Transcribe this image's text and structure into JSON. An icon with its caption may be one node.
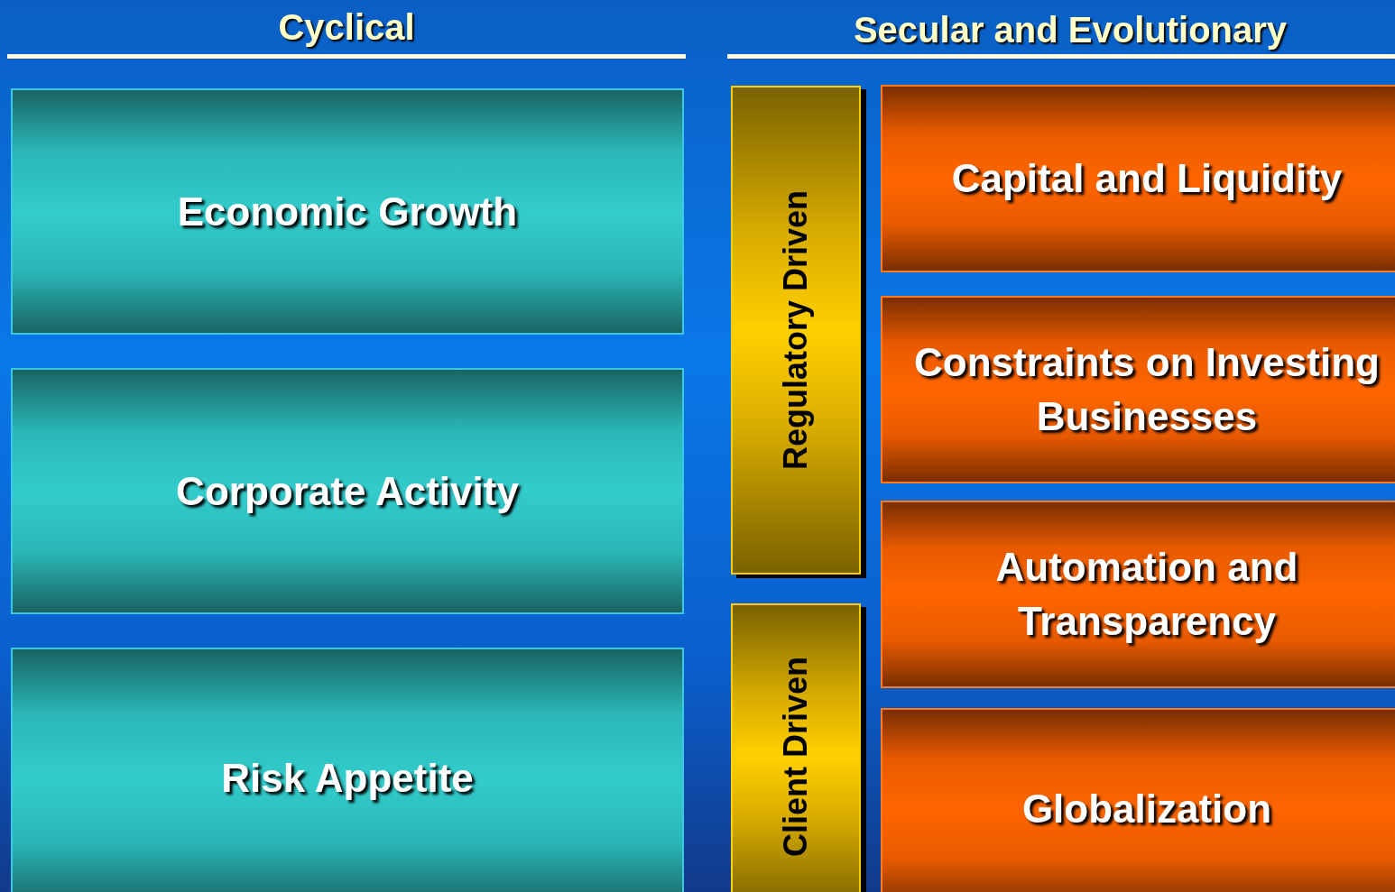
{
  "diagram": {
    "nodes": [
      {
        "text": [
          "Economic Growth"
        ]
      },
      {
        "text": [
          "Corporate Activity"
        ]
      },
      {
        "text": [
          "Risk Appetite"
        ]
      },
      {
        "text": [
          "Regulatory Driven"
        ]
      },
      {
        "text": [
          "Client Driven"
        ]
      },
      {
        "text": [
          "Capital and Liquidity"
        ]
      },
      {
        "text": [
          "Constraints on Investing Businesses"
        ]
      },
      {
        "text": [
          "Automation and Transparency"
        ]
      },
      {
        "text": [
          "Globalization"
        ]
      }
    ],
    "labels": [
      "Cyclical",
      "Secular and Evolutionary"
    ]
  }
}
